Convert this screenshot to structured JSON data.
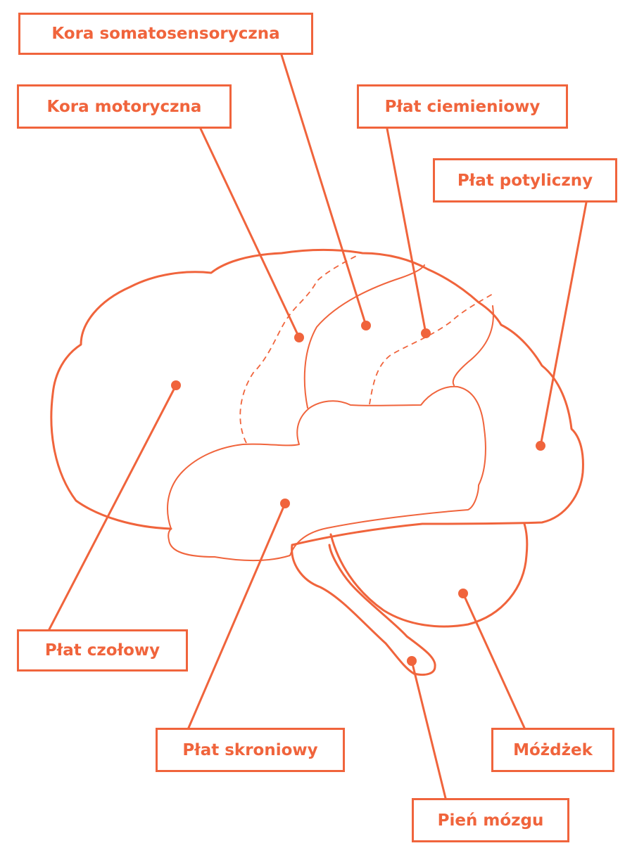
{
  "colors": {
    "accent": "#f0643c",
    "background": "#ffffff"
  },
  "labels": {
    "somatosensory_cortex": "Kora somatosensoryczna",
    "motor_cortex": "Kora motoryczna",
    "parietal_lobe": "Płat ciemieniowy",
    "occipital_lobe": "Płat potyliczny",
    "frontal_lobe": "Płat czołowy",
    "temporal_lobe": "Płat skroniowy",
    "cerebellum": "Móżdżek",
    "brainstem": "Pień mózgu"
  }
}
